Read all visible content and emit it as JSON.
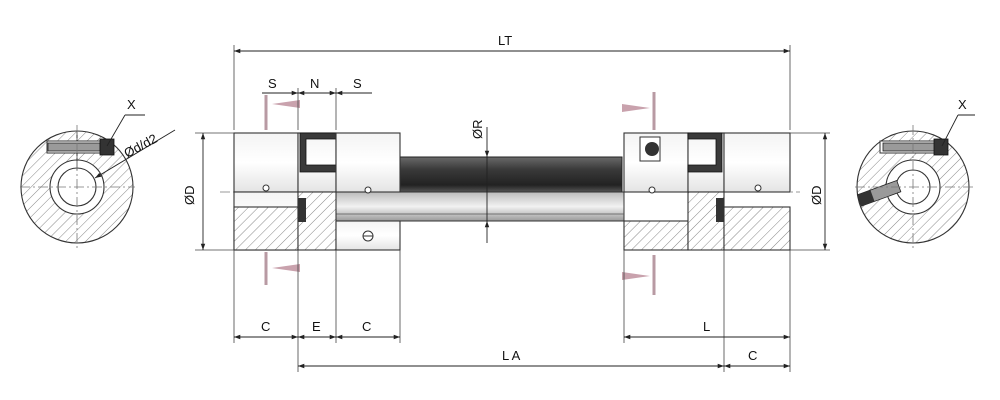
{
  "drawing": {
    "labels": {
      "overall_length": "LT",
      "gap_s_left": "S",
      "gap_n": "N",
      "gap_s_right": "S",
      "tube_diameter": "ØR",
      "outer_diameter_left": "ØD",
      "outer_diameter_right": "ØD",
      "bore_diameter": "Ød/d2",
      "screw_left": "X",
      "screw_right": "X",
      "hub_length_left": "C",
      "element_length": "E",
      "hub_length_mid": "C",
      "length_l": "L",
      "shaft_distance": "L A",
      "hub_length_right": "C"
    },
    "colors": {
      "line": "#222222",
      "dark_part": "#3a3a3a",
      "marker": "#c9a2ad"
    }
  }
}
